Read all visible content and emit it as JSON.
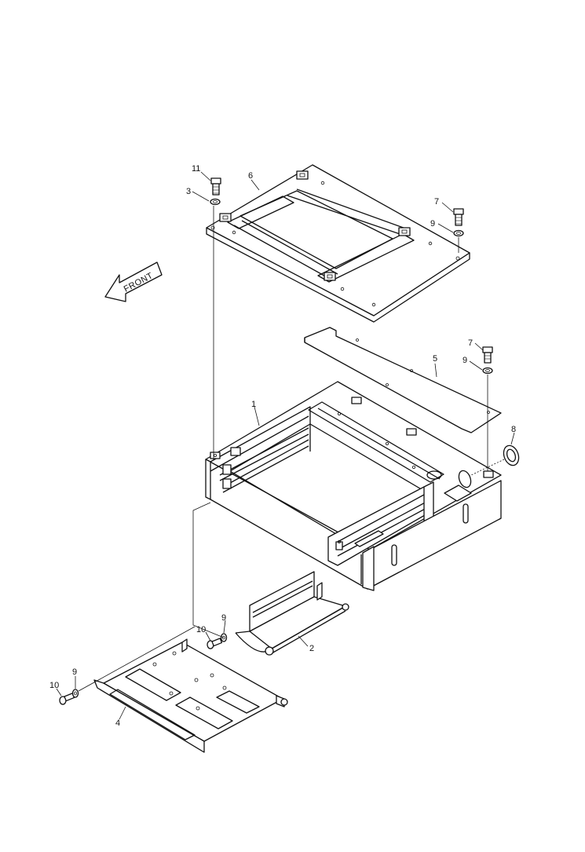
{
  "front_label": "FRONT",
  "callouts": [
    {
      "id": "c1",
      "text": "1"
    },
    {
      "id": "c2",
      "text": "2"
    },
    {
      "id": "c3",
      "text": "3"
    },
    {
      "id": "c4",
      "text": "4"
    },
    {
      "id": "c5",
      "text": "5"
    },
    {
      "id": "c6",
      "text": "6"
    },
    {
      "id": "c7a",
      "text": "7"
    },
    {
      "id": "c7b",
      "text": "7"
    },
    {
      "id": "c8",
      "text": "8"
    },
    {
      "id": "c9a",
      "text": "9"
    },
    {
      "id": "c9b",
      "text": "9"
    },
    {
      "id": "c9c",
      "text": "9"
    },
    {
      "id": "c9d",
      "text": "9"
    },
    {
      "id": "c10a",
      "text": "10"
    },
    {
      "id": "c10b",
      "text": "10"
    },
    {
      "id": "c11",
      "text": "11"
    }
  ]
}
